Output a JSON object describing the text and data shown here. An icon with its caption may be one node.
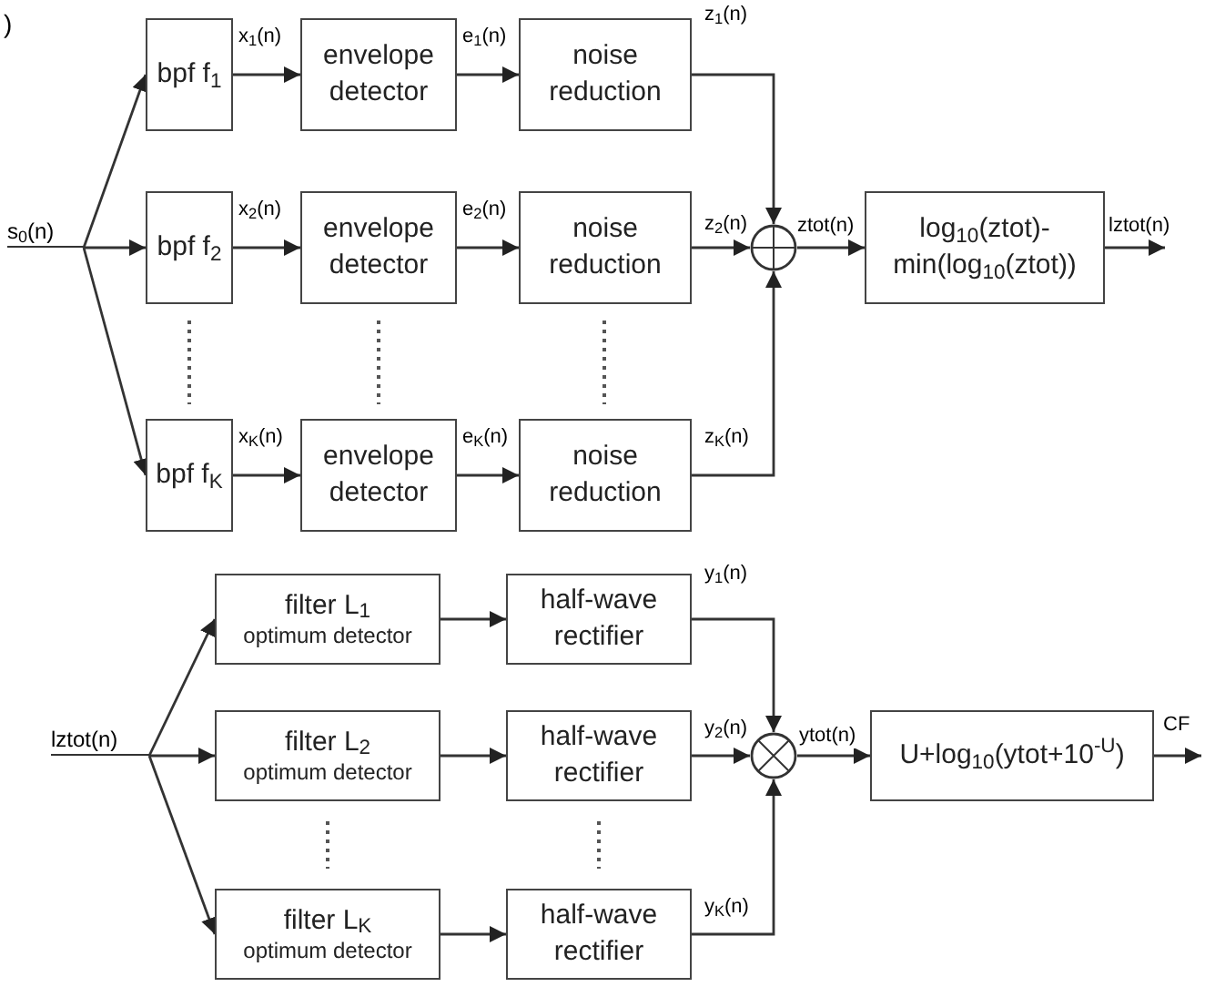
{
  "diagram": {
    "nodes": [
      {
        "text": [
          "s$_{0}$(n)"
        ]
      },
      {
        "text": [
          "bpf f$_{1}$"
        ]
      },
      {
        "text": [
          "envelope detector"
        ]
      },
      {
        "text": [
          "noise reduction"
        ]
      },
      {
        "text": [
          "bpf f$_{2}$"
        ]
      },
      {
        "text": [
          "envelope detector"
        ]
      },
      {
        "text": [
          "noise reduction"
        ]
      },
      {
        "text": [
          "bpf f$_{K}$"
        ]
      },
      {
        "text": [
          "envelope detector"
        ]
      },
      {
        "text": [
          "noise reduction"
        ]
      },
      {
        "text": [],
        "shape": "circle"
      },
      {
        "text": [
          "log$_{10}$(ztot)- min(log$_{10}$(ztot))"
        ]
      },
      {
        "text": [
          "lztot(n)"
        ]
      },
      {
        "text": [
          "filter L$_{1}$",
          "optimum detector"
        ]
      },
      {
        "text": [
          "half-wave rectifier"
        ]
      },
      {
        "text": [
          "filter L$_{2}$",
          "optimum detector"
        ]
      },
      {
        "text": [
          "half-wave rectifier"
        ]
      },
      {
        "text": [
          "filter L$_{K}$",
          "optimum detector"
        ]
      },
      {
        "text": [
          "half-wave rectifier"
        ]
      },
      {
        "text": [],
        "shape": "circle"
      },
      {
        "text": [
          "U+log$_{10}$(ytot+10$^{-U}$)"
        ]
      }
    ],
    "edges": [
      {
        "from": 0,
        "to": 1,
        "arrow": "to"
      },
      {
        "from": 0,
        "to": 4,
        "arrow": "to"
      },
      {
        "from": 0,
        "to": 7,
        "arrow": "to"
      },
      {
        "from": 1,
        "to": 2,
        "arrow": "to",
        "label": "x$_{1}$(n)"
      },
      {
        "from": 2,
        "to": 3,
        "arrow": "to",
        "label": "e$_{1}$(n)"
      },
      {
        "from": 3,
        "to": 10,
        "arrow": "to",
        "label": "z$_{1}$(n)"
      },
      {
        "from": 4,
        "to": 5,
        "arrow": "to",
        "label": "x$_{2}$(n)"
      },
      {
        "from": 5,
        "to": 6,
        "arrow": "to",
        "label": "e$_{2}$(n)"
      },
      {
        "from": 6,
        "to": 10,
        "arrow": "to",
        "label": "z$_{2}$(n)"
      },
      {
        "from": 7,
        "to": 8,
        "arrow": "to",
        "label": "x$_{K}$(n)"
      },
      {
        "from": 8,
        "to": 9,
        "arrow": "to",
        "label": "e$_{K}$(n)"
      },
      {
        "from": 9,
        "to": 10,
        "arrow": "to",
        "label": "z$_{K}$(n)"
      },
      {
        "from": 10,
        "to": 11,
        "arrow": "to",
        "label": "ztot(n)"
      },
      {
        "from": 11,
        "to": null,
        "arrow": "to",
        "label": "lztot(n)"
      },
      {
        "from": 12,
        "to": 13,
        "arrow": "to"
      },
      {
        "from": 12,
        "to": 15,
        "arrow": "to"
      },
      {
        "from": 12,
        "to": 17,
        "arrow": "to"
      },
      {
        "from": 13,
        "to": 14,
        "arrow": "to"
      },
      {
        "from": 14,
        "to": 19,
        "arrow": "to",
        "label": "y$_{1}$(n)"
      },
      {
        "from": 15,
        "to": 16,
        "arrow": "to"
      },
      {
        "from": 16,
        "to": 19,
        "arrow": "to",
        "label": "y$_{2}$(n)"
      },
      {
        "from": 17,
        "to": 18,
        "arrow": "to"
      },
      {
        "from": 18,
        "to": 19,
        "arrow": "to",
        "label": "y$_{K}$(n)"
      },
      {
        "from": 19,
        "to": 20,
        "arrow": "to",
        "label": "ytot(n)"
      },
      {
        "from": 20,
        "to": null,
        "arrow": "to",
        "label": "CF"
      }
    ],
    "labels": [
      ")"
    ]
  }
}
